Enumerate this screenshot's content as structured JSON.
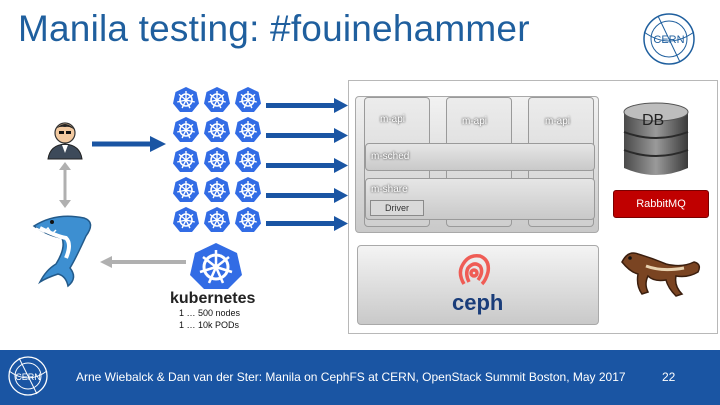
{
  "title": "Manila testing: #fouinehammer",
  "controller": {
    "apis": [
      "m-api",
      "m-api",
      "m-api"
    ],
    "sched": "m-sched",
    "share": "m-share",
    "driver": "Driver"
  },
  "db_label": "DB",
  "rabbit_label": "RabbitMQ",
  "ceph_label": "ceph",
  "kubernetes": {
    "name": "kubernetes",
    "nodes": "1 … 500 nodes",
    "pods": "1 … 10k PODs"
  },
  "footer": {
    "text": "Arne Wiebalck & Dan van der Ster: Manila on CephFS at CERN, OpenStack Summit Boston, May 2017",
    "page": "22"
  },
  "logos": {
    "cern": "CERN"
  },
  "colors": {
    "title": "#1f5f9e",
    "footer": "#1a55a3",
    "arrow": "#1a55a3",
    "k8s": "#326ce5",
    "rabbit": "#c00000",
    "ceph": "#ef5c55"
  },
  "icons": [
    "cern-logo",
    "user-icon",
    "shark-icon",
    "kubernetes-wheel-icon",
    "database-icon",
    "ceph-icon",
    "ferret-icon",
    "double-arrow-icon"
  ]
}
